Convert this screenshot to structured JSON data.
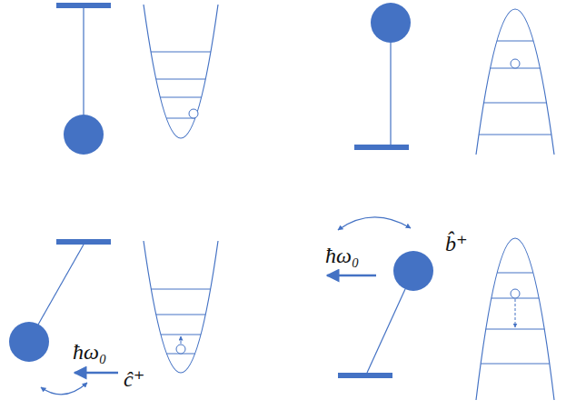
{
  "diagram": {
    "labels": [
      "ħω₀",
      "ĉ⁺",
      "ħω₀",
      "b̂⁺"
    ]
  }
}
